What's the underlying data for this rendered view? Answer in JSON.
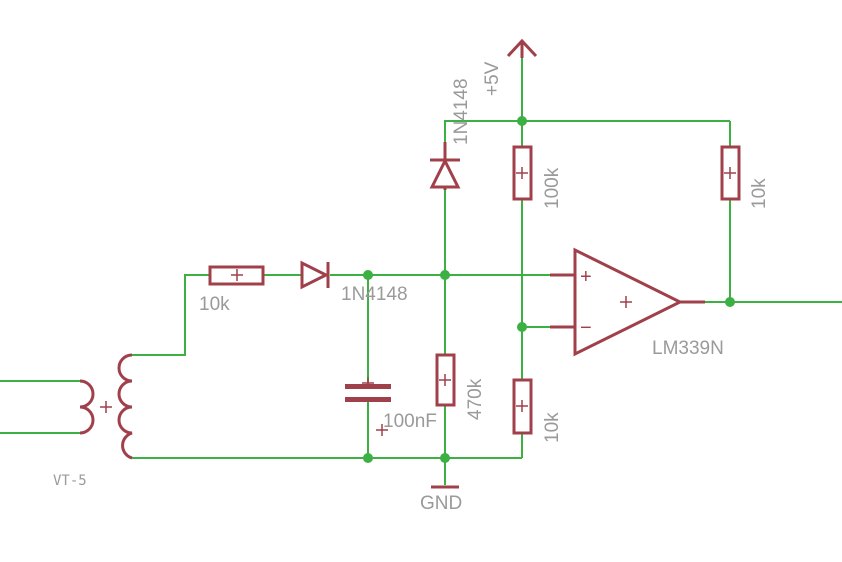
{
  "labels": {
    "transformer": "VT-5",
    "r_input": "10k",
    "d_input": "1N4148",
    "d_clamp": "1N4148",
    "supply": "+5V",
    "r_pullup_div": "100k",
    "r_pullup_out": "10k",
    "r_bleed": "470k",
    "r_div_low": "10k",
    "capacitor": "100nF",
    "ground": "GND",
    "comparator": "LM339N",
    "pin_plus": "+",
    "pin_minus": "−"
  },
  "colors": {
    "wire": "#3cb043",
    "part": "#a0404a",
    "text": "#9a9a9a"
  }
}
